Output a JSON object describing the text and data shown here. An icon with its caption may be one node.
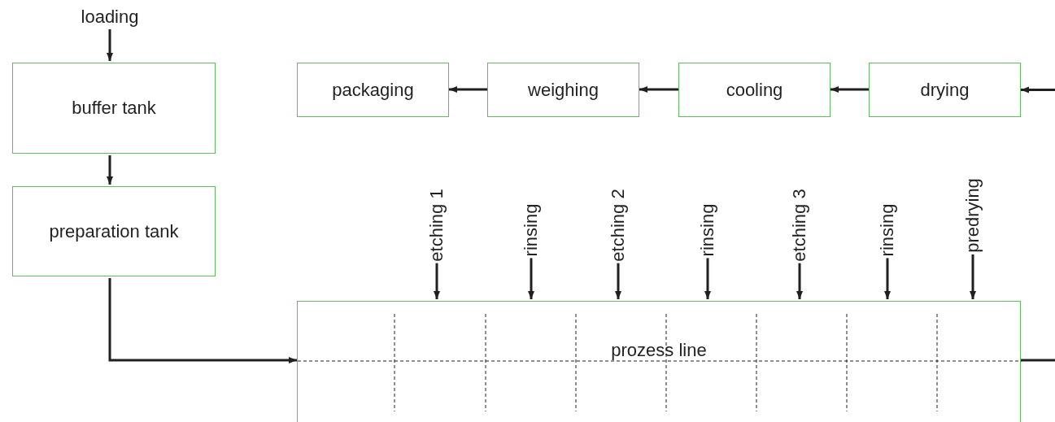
{
  "diagram": {
    "nodes": [
      {
        "text": [
          "loading"
        ]
      },
      {
        "text": [
          "buffer tank"
        ]
      },
      {
        "text": [
          "preparation tank"
        ]
      },
      {
        "text": [
          "packaging"
        ]
      },
      {
        "text": [
          "weighing"
        ]
      },
      {
        "text": [
          "cooling"
        ]
      },
      {
        "text": [
          "drying"
        ]
      },
      {
        "text": [
          "prozess line"
        ]
      },
      {
        "text": [
          "etching 1"
        ]
      },
      {
        "text": [
          "rinsing"
        ]
      },
      {
        "text": [
          "etching 2"
        ]
      },
      {
        "text": [
          "rinsing"
        ]
      },
      {
        "text": [
          "etching 3"
        ]
      },
      {
        "text": [
          "rinsing"
        ]
      },
      {
        "text": [
          "predrying"
        ]
      }
    ],
    "edges": [
      {
        "from": 0,
        "to": 1,
        "arrow": "to"
      },
      {
        "from": 1,
        "to": 2,
        "arrow": "to"
      },
      {
        "from": 2,
        "to": 7,
        "arrow": "to"
      },
      {
        "from": 7,
        "to": null,
        "arrow": "none"
      },
      {
        "from": null,
        "to": 6,
        "arrow": "to"
      },
      {
        "from": 6,
        "to": 5,
        "arrow": "to"
      },
      {
        "from": 5,
        "to": 4,
        "arrow": "to"
      },
      {
        "from": 4,
        "to": 3,
        "arrow": "to"
      },
      {
        "from": 8,
        "to": 7,
        "arrow": "to"
      },
      {
        "from": 9,
        "to": 7,
        "arrow": "to"
      },
      {
        "from": 10,
        "to": 7,
        "arrow": "to"
      },
      {
        "from": 11,
        "to": 7,
        "arrow": "to"
      },
      {
        "from": 12,
        "to": 7,
        "arrow": "to"
      },
      {
        "from": 13,
        "to": 7,
        "arrow": "to"
      },
      {
        "from": 14,
        "to": 7,
        "arrow": "to"
      }
    ]
  }
}
